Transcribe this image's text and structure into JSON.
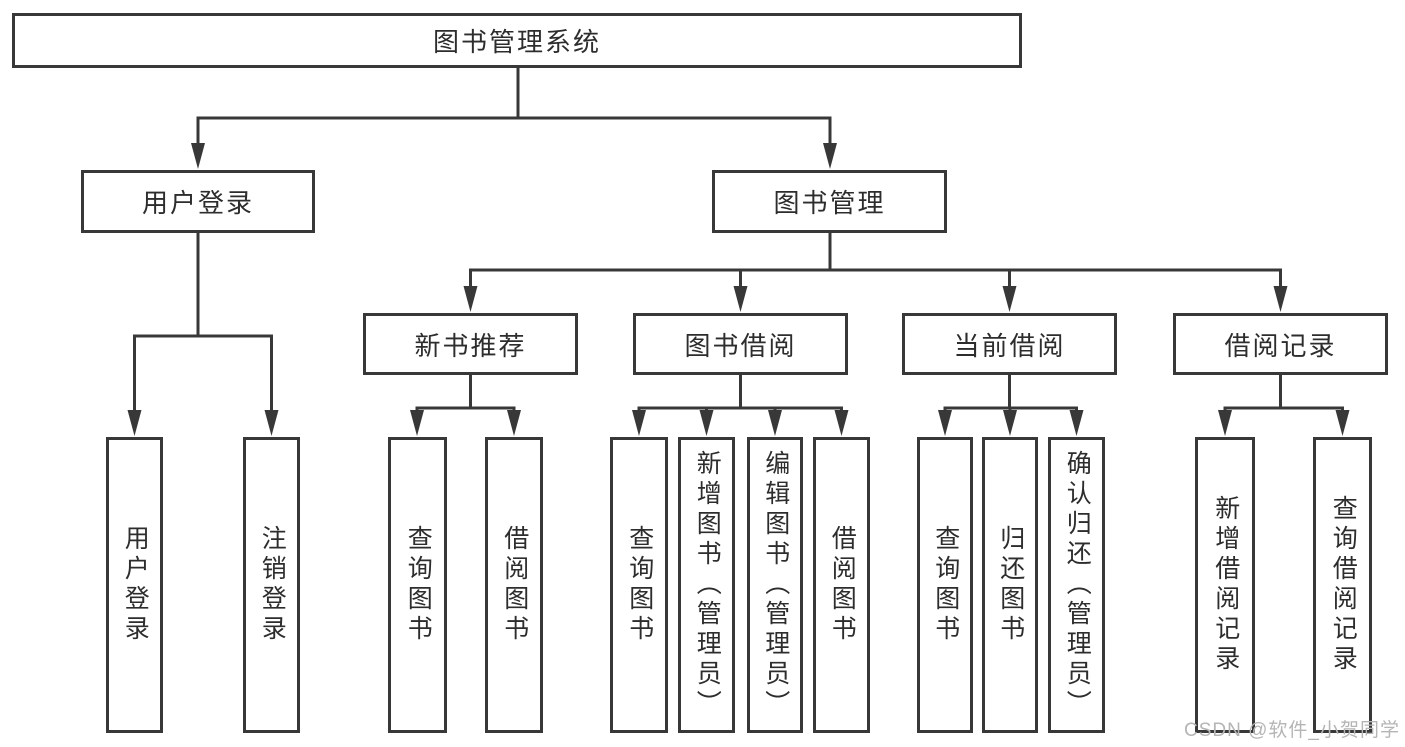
{
  "diagram": {
    "root": {
      "label": "图书管理系统"
    },
    "level2": {
      "user_login": {
        "label": "用户登录"
      },
      "book_management": {
        "label": "图书管理"
      }
    },
    "level3": {
      "new_book_recommend": {
        "label": "新书推荐"
      },
      "book_borrow": {
        "label": "图书借阅"
      },
      "current_borrow": {
        "label": "当前借阅"
      },
      "borrow_records": {
        "label": "借阅记录"
      }
    },
    "leaves": {
      "user_login": {
        "label": "用户登录"
      },
      "logout": {
        "label": "注销登录"
      },
      "recommend_query_book": {
        "label": "查询图书"
      },
      "recommend_borrow_book": {
        "label": "借阅图书"
      },
      "borrow_query_book": {
        "label": "查询图书"
      },
      "borrow_add_book": {
        "label": "新增图书（管理员）"
      },
      "borrow_edit_book": {
        "label": "编辑图书（管理员）"
      },
      "borrow_borrow_book": {
        "label": "借阅图书"
      },
      "current_query_book": {
        "label": "查询图书"
      },
      "current_return_book": {
        "label": "归还图书"
      },
      "current_confirm_return": {
        "label": "确认归还（管理员）"
      },
      "records_add_record": {
        "label": "新增借阅记录"
      },
      "records_query_record": {
        "label": "查询借阅记录"
      }
    }
  },
  "watermark": {
    "label": "CSDN @软件_小贺同学"
  },
  "colors": {
    "line": "#383838",
    "text": "#2d2d2d",
    "watermark": "#b5b5b5",
    "background": "#ffffff"
  }
}
